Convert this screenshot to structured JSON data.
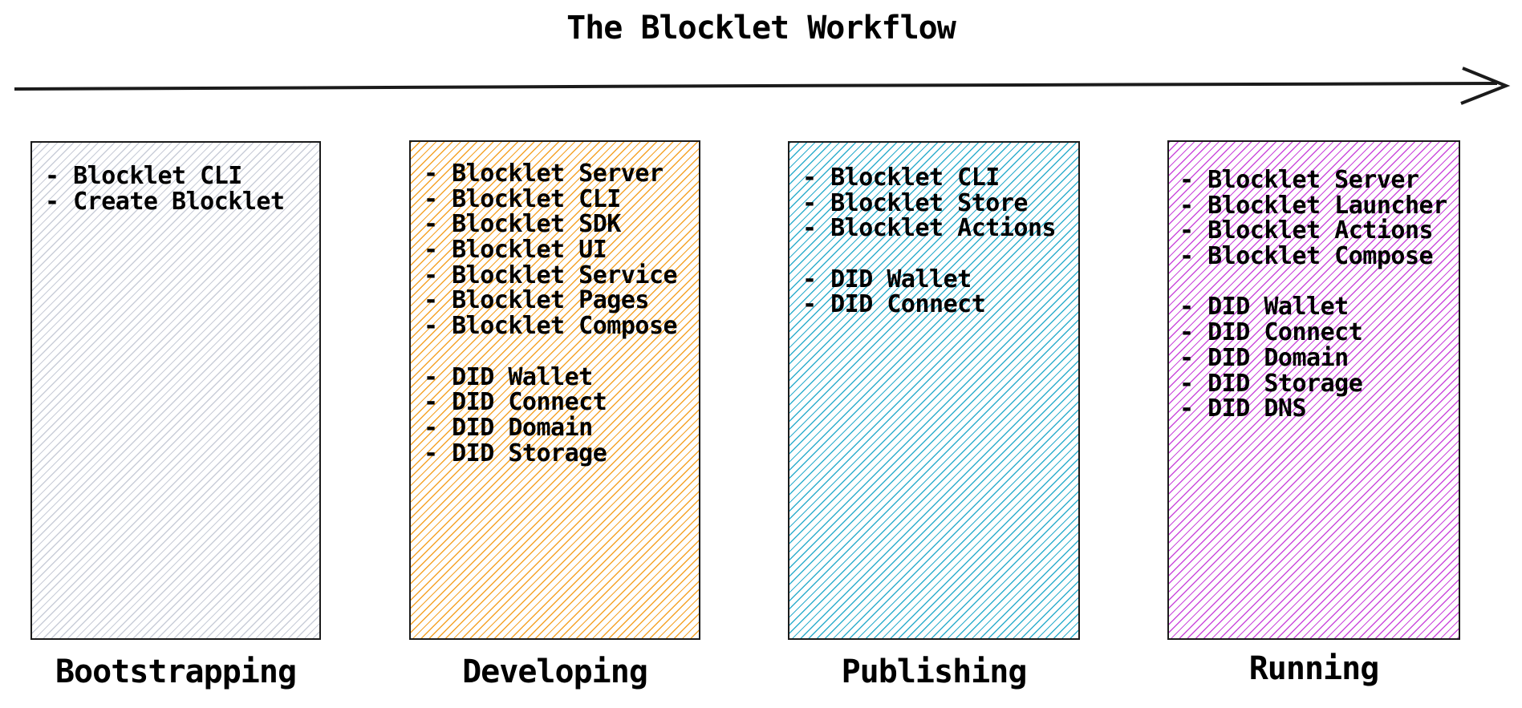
{
  "title": "The Blocklet Workflow",
  "icons": {
    "flow_arrow": "arrow-right"
  },
  "colors": {
    "background": "#ffffff",
    "text": "#000000",
    "box_border": "#1b1b1b",
    "arrow": "#1b1b1b",
    "hatch_bootstrapping": "#c9cdd8",
    "hatch_developing": "#f5a329",
    "hatch_publishing": "#2faecd",
    "hatch_running": "#cb4bdc"
  },
  "phases": [
    {
      "label": "Bootstrapping",
      "hatch_color": "#c9cdd8",
      "items": [
        "- Blocklet CLI",
        "- Create Blocklet"
      ]
    },
    {
      "label": "Developing",
      "hatch_color": "#f5a329",
      "items": [
        "- Blocklet Server",
        "- Blocklet CLI",
        "- Blocklet SDK",
        "- Blocklet UI",
        "- Blocklet Service",
        "- Blocklet Pages",
        "- Blocklet Compose",
        "",
        "- DID Wallet",
        "- DID Connect",
        "- DID Domain",
        "- DID Storage"
      ]
    },
    {
      "label": "Publishing",
      "hatch_color": "#2faecd",
      "items": [
        "- Blocklet CLI",
        "- Blocklet Store",
        "- Blocklet Actions",
        "",
        "- DID Wallet",
        "- DID Connect"
      ]
    },
    {
      "label": "Running",
      "hatch_color": "#cb4bdc",
      "items": [
        "- Blocklet Server",
        "- Blocklet Launcher",
        "- Blocklet Actions",
        "- Blocklet Compose",
        "",
        "- DID Wallet",
        "- DID Connect",
        "- DID Domain",
        "- DID Storage",
        "- DID DNS"
      ]
    }
  ]
}
